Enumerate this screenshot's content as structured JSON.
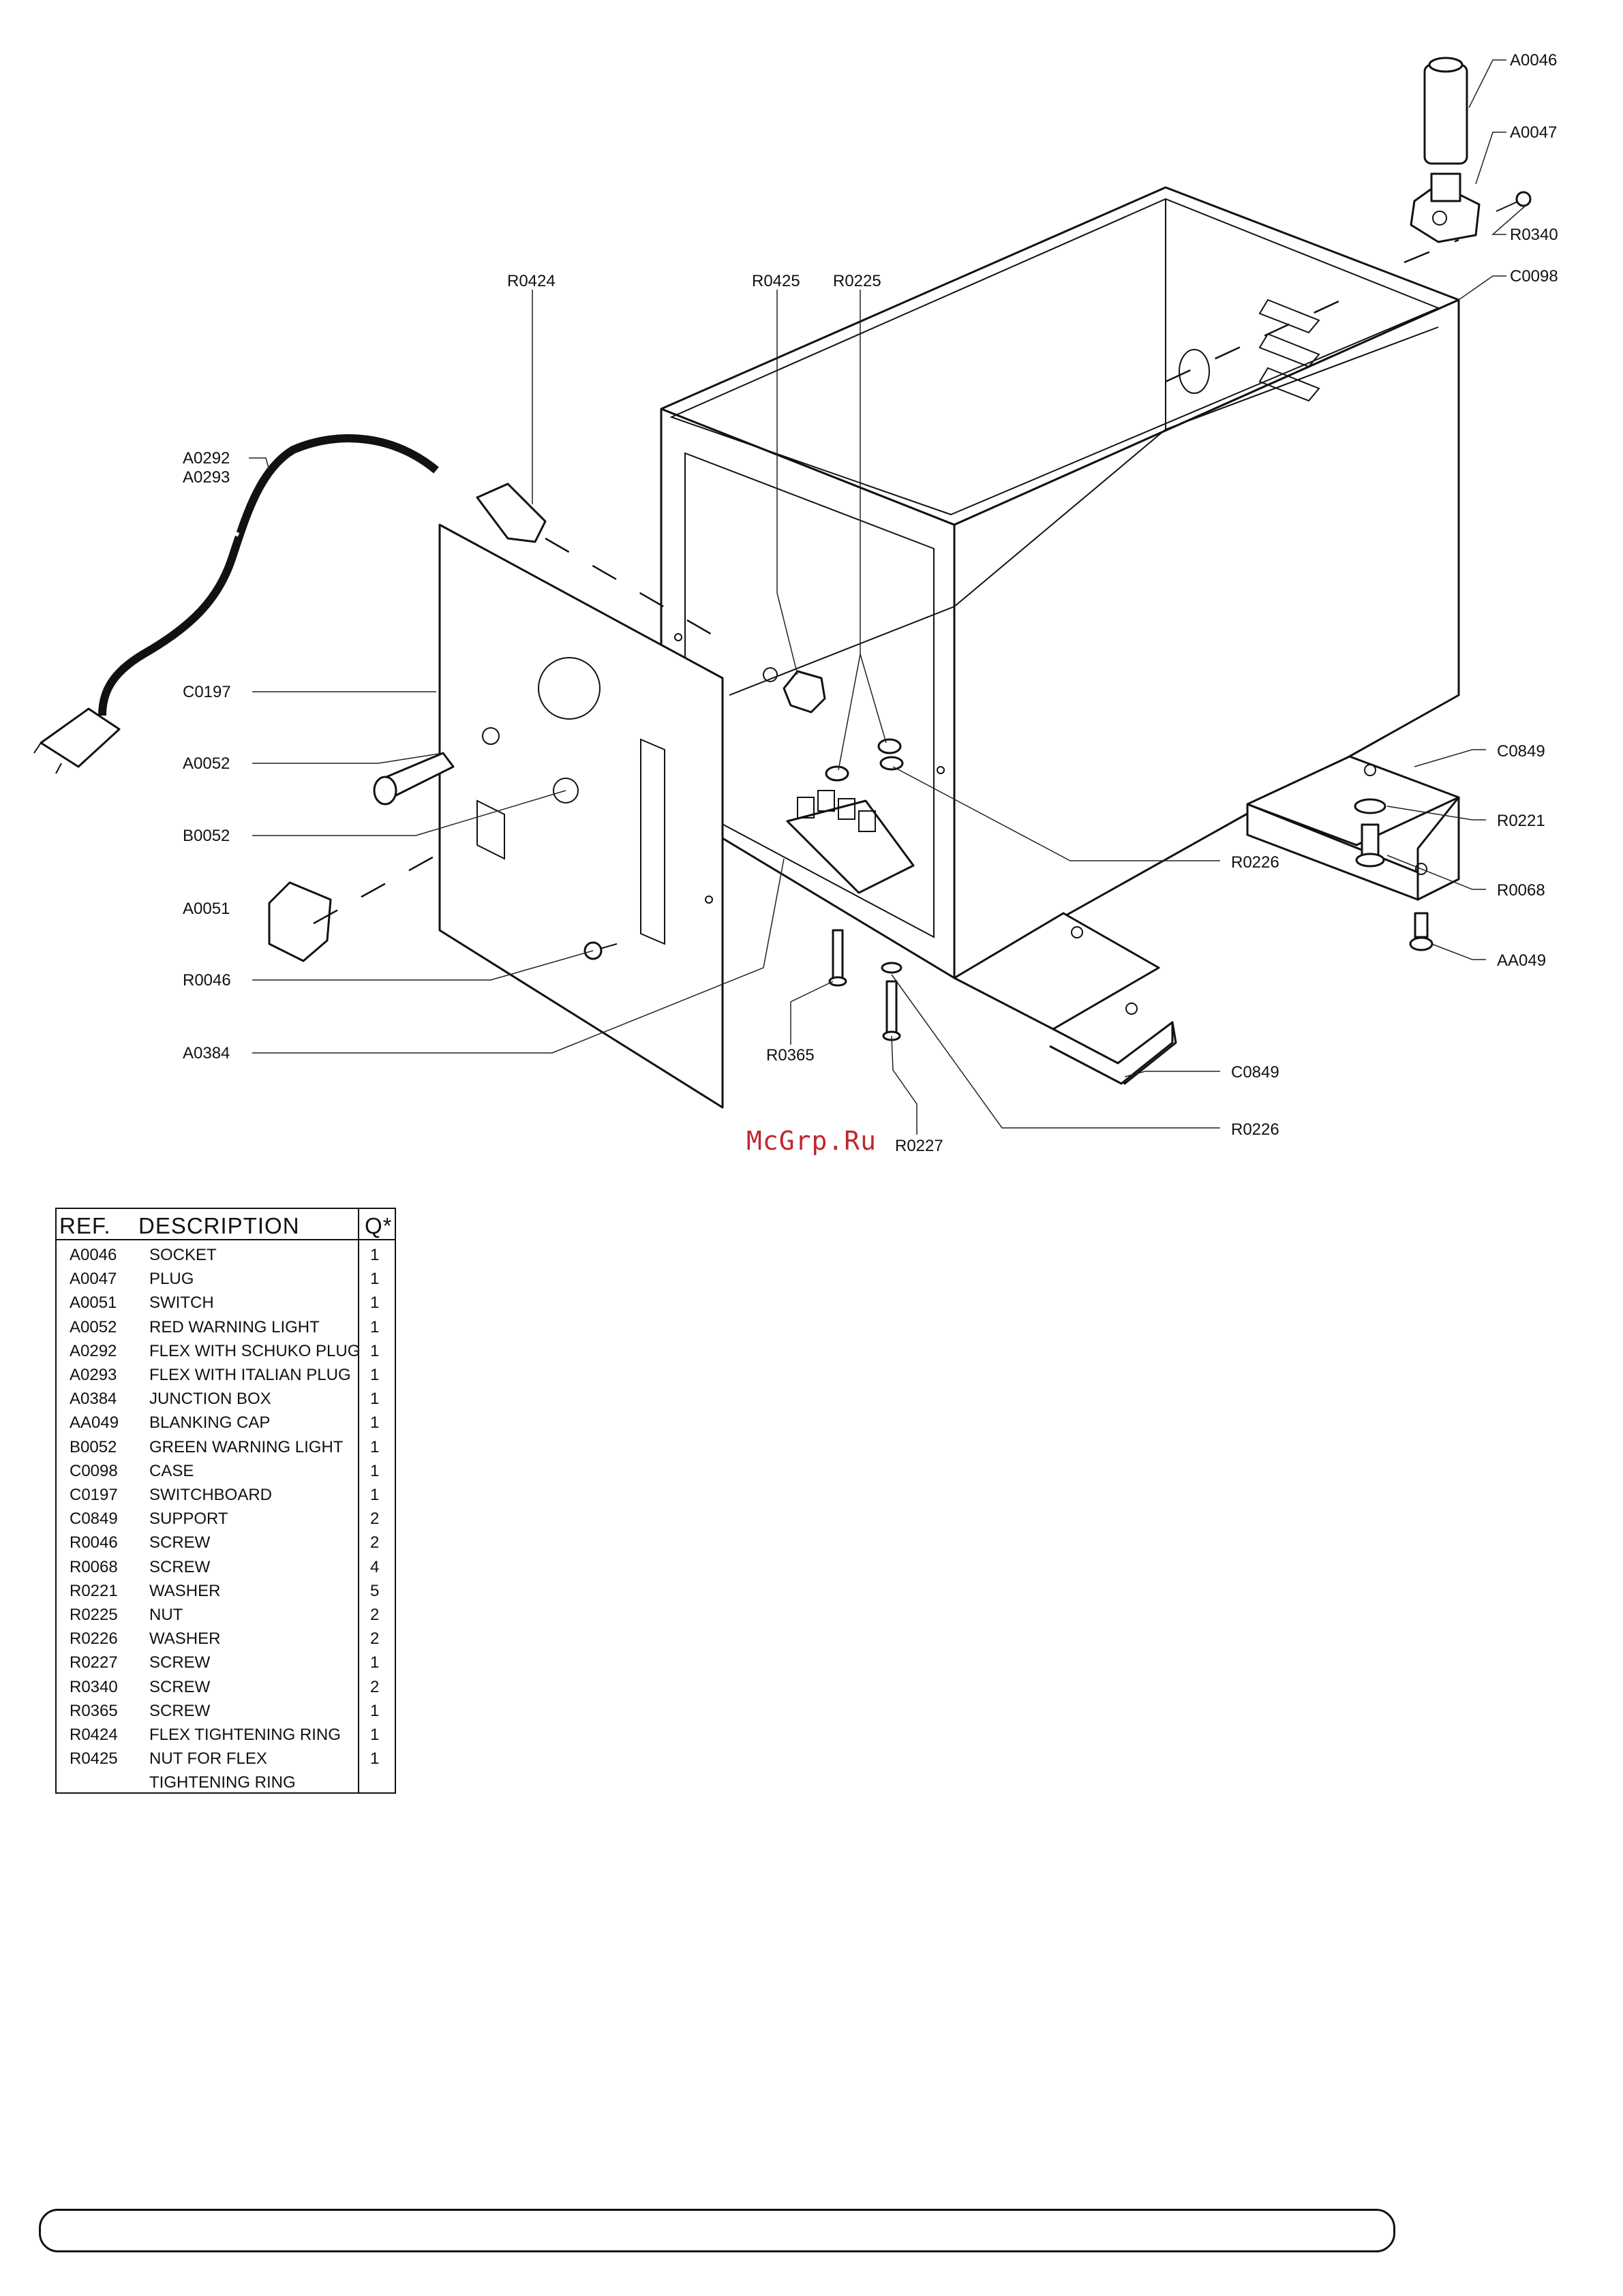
{
  "watermark": "McGrp.Ru",
  "callouts": {
    "A0046": "A0046",
    "A0047": "A0047",
    "R0340_top": "R0340",
    "C0098": "C0098",
    "R0424": "R0424",
    "R0425": "R0425",
    "R0225": "R0225",
    "A0292": "A0292",
    "A0293": "A0293",
    "C0197": "C0197",
    "A0052": "A0052",
    "B0052": "B0052",
    "A0051": "A0051",
    "R0046": "R0046",
    "A0384": "A0384",
    "R0365": "R0365",
    "R0227": "R0227",
    "C0849_right": "C0849",
    "R0221": "R0221",
    "R0226_mid": "R0226",
    "R0068": "R0068",
    "AA049": "AA049",
    "C0849_bottom": "C0849",
    "R0226_bottom": "R0226"
  },
  "parts_table": {
    "headers": {
      "ref": "REF.",
      "description": "DESCRIPTION",
      "qty": "Q*"
    },
    "rows": [
      {
        "ref": "A0046",
        "description": "SOCKET",
        "qty": "1"
      },
      {
        "ref": "A0047",
        "description": "PLUG",
        "qty": "1"
      },
      {
        "ref": "A0051",
        "description": "SWITCH",
        "qty": "1"
      },
      {
        "ref": "A0052",
        "description": "RED WARNING LIGHT",
        "qty": "1"
      },
      {
        "ref": "A0292",
        "description": "FLEX WITH SCHUKO PLUG",
        "qty": "1"
      },
      {
        "ref": "A0293",
        "description": "FLEX WITH ITALIAN PLUG",
        "qty": "1"
      },
      {
        "ref": "A0384",
        "description": "JUNCTION BOX",
        "qty": "1"
      },
      {
        "ref": "AA049",
        "description": "BLANKING CAP",
        "qty": "1"
      },
      {
        "ref": "B0052",
        "description": "GREEN WARNING LIGHT",
        "qty": "1"
      },
      {
        "ref": "C0098",
        "description": "CASE",
        "qty": "1"
      },
      {
        "ref": "C0197",
        "description": "SWITCHBOARD",
        "qty": "1"
      },
      {
        "ref": "C0849",
        "description": "SUPPORT",
        "qty": "2"
      },
      {
        "ref": "R0046",
        "description": "SCREW",
        "qty": "2"
      },
      {
        "ref": "R0068",
        "description": "SCREW",
        "qty": "4"
      },
      {
        "ref": "R0221",
        "description": "WASHER",
        "qty": "5"
      },
      {
        "ref": "R0225",
        "description": "NUT",
        "qty": "2"
      },
      {
        "ref": "R0226",
        "description": "WASHER",
        "qty": "2"
      },
      {
        "ref": "R0227",
        "description": "SCREW",
        "qty": "1"
      },
      {
        "ref": "R0340",
        "description": "SCREW",
        "qty": "2"
      },
      {
        "ref": "R0365",
        "description": "SCREW",
        "qty": "1"
      },
      {
        "ref": "R0424",
        "description": "FLEX TIGHTENING RING",
        "qty": "1"
      },
      {
        "ref": "R0425",
        "description": "NUT FOR FLEX",
        "qty": "1"
      },
      {
        "ref": "",
        "description": "TIGHTENING RING",
        "qty": ""
      }
    ]
  }
}
